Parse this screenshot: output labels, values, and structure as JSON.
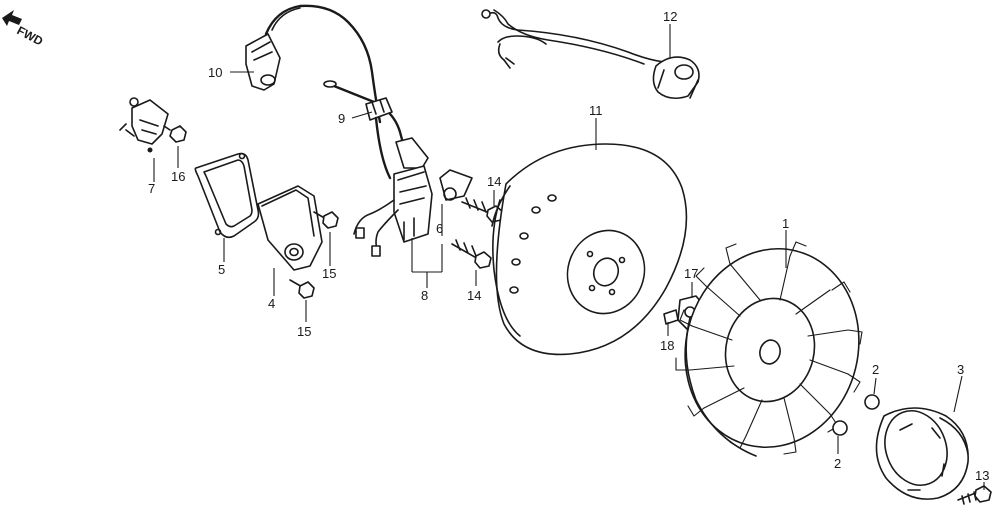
{
  "fwd_label": "FWD",
  "callouts": [
    {
      "id": "c1",
      "text": "1"
    },
    {
      "id": "c2a",
      "text": "2"
    },
    {
      "id": "c2b",
      "text": "2"
    },
    {
      "id": "c3",
      "text": "3"
    },
    {
      "id": "c4",
      "text": "4"
    },
    {
      "id": "c5",
      "text": "5"
    },
    {
      "id": "c6",
      "text": "6"
    },
    {
      "id": "c7",
      "text": "7"
    },
    {
      "id": "c8",
      "text": "8"
    },
    {
      "id": "c9",
      "text": "9"
    },
    {
      "id": "c10",
      "text": "10"
    },
    {
      "id": "c11",
      "text": "11"
    },
    {
      "id": "c12",
      "text": "12"
    },
    {
      "id": "c13",
      "text": "13"
    },
    {
      "id": "c14a",
      "text": "14"
    },
    {
      "id": "c14b",
      "text": "14"
    },
    {
      "id": "c15a",
      "text": "15"
    },
    {
      "id": "c15b",
      "text": "15"
    },
    {
      "id": "c16",
      "text": "16"
    },
    {
      "id": "c17",
      "text": "17"
    },
    {
      "id": "c18",
      "text": "18"
    }
  ]
}
